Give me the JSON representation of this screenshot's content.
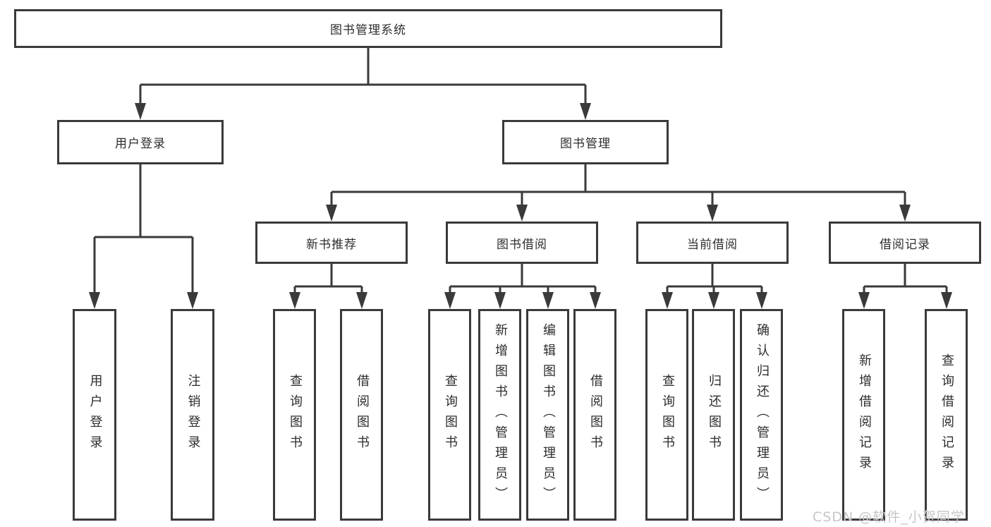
{
  "colors": {
    "line": "#3a3a3a",
    "text": "#2d2d2d",
    "box_bg": "#ffffff",
    "watermark": "#c6c6c6"
  },
  "watermark": {
    "text": "CSDN @软件_小贺同学"
  },
  "tree": {
    "root": {
      "label": "图书管理系统"
    },
    "level2": [
      {
        "label": "用户登录"
      },
      {
        "label": "图书管理"
      }
    ],
    "level3": [
      {
        "label": "新书推荐"
      },
      {
        "label": "图书借阅"
      },
      {
        "label": "当前借阅"
      },
      {
        "label": "借阅记录"
      }
    ],
    "leaves": {
      "user_login": [
        {
          "label": "用户登录"
        },
        {
          "label": "注销登录"
        }
      ],
      "new_book": [
        {
          "label": "查询图书"
        },
        {
          "label": "借阅图书"
        }
      ],
      "book_borrow": [
        {
          "label": "查询图书"
        },
        {
          "label": "新增图书（管理员）"
        },
        {
          "label": "编辑图书（管理员）"
        },
        {
          "label": "借阅图书"
        }
      ],
      "current_borrow": [
        {
          "label": "查询图书"
        },
        {
          "label": "归还图书"
        },
        {
          "label": "确认归还（管理员）"
        }
      ],
      "records": [
        {
          "label": "新增借阅记录"
        },
        {
          "label": "查询借阅记录"
        }
      ]
    }
  }
}
